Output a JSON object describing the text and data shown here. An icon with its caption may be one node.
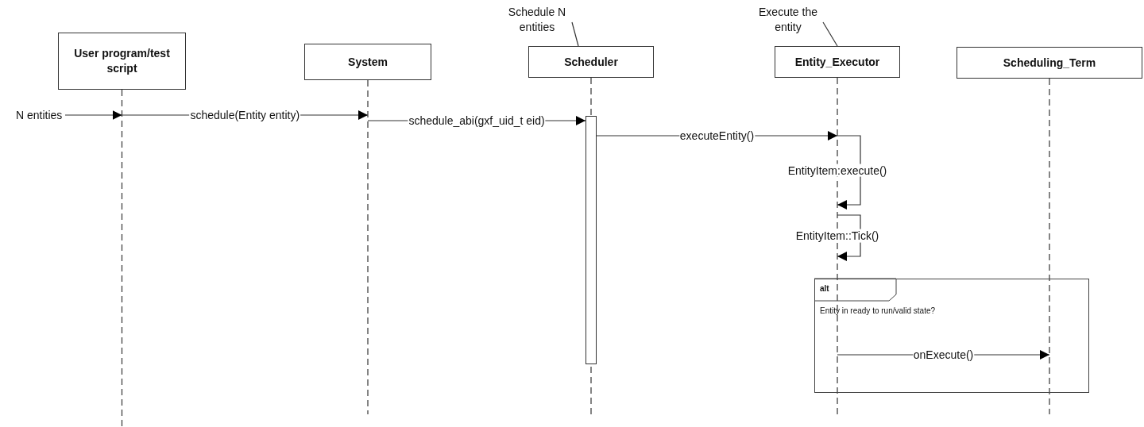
{
  "diagram": {
    "nodes": [
      {
        "text": [
          "N entities"
        ]
      },
      {
        "text": [
          "User program/test script"
        ]
      },
      {
        "text": [
          "System"
        ]
      },
      {
        "text": [
          "Scheduler"
        ]
      },
      {
        "text": [
          "Entity_Executor"
        ]
      },
      {
        "text": [
          "Scheduling_Term"
        ]
      },
      {
        "text": [
          "Schedule N entities"
        ]
      },
      {
        "text": [
          "Execute the entity"
        ]
      },
      {
        "text": [],
        "shape": "bar",
        "in": 3
      }
    ],
    "edges": [
      {
        "from": 0,
        "to": 1,
        "arrow": "to"
      },
      {
        "from": 1,
        "to": 2,
        "arrow": "to",
        "label": "schedule(Entity entity)"
      },
      {
        "from": 2,
        "to": 8,
        "arrow": "to",
        "label": "schedule_abi(gxf_uid_t eid)"
      },
      {
        "from": 8,
        "to": 4,
        "arrow": "to",
        "label": "executeEntity()"
      },
      {
        "from": 4,
        "to": 4,
        "arrow": "to",
        "label": "EntityItem:execute()"
      },
      {
        "from": 4,
        "to": 4,
        "arrow": "to",
        "label": "EntityItem::Tick()"
      },
      {
        "from": 4,
        "to": 5,
        "arrow": "to",
        "label": "onExecute()"
      },
      {
        "from": 6,
        "to": 3,
        "arrow": "none"
      },
      {
        "from": 7,
        "to": 4,
        "arrow": "none"
      }
    ],
    "labels": [
      "alt",
      "Entity in ready to run/valid state?"
    ]
  }
}
